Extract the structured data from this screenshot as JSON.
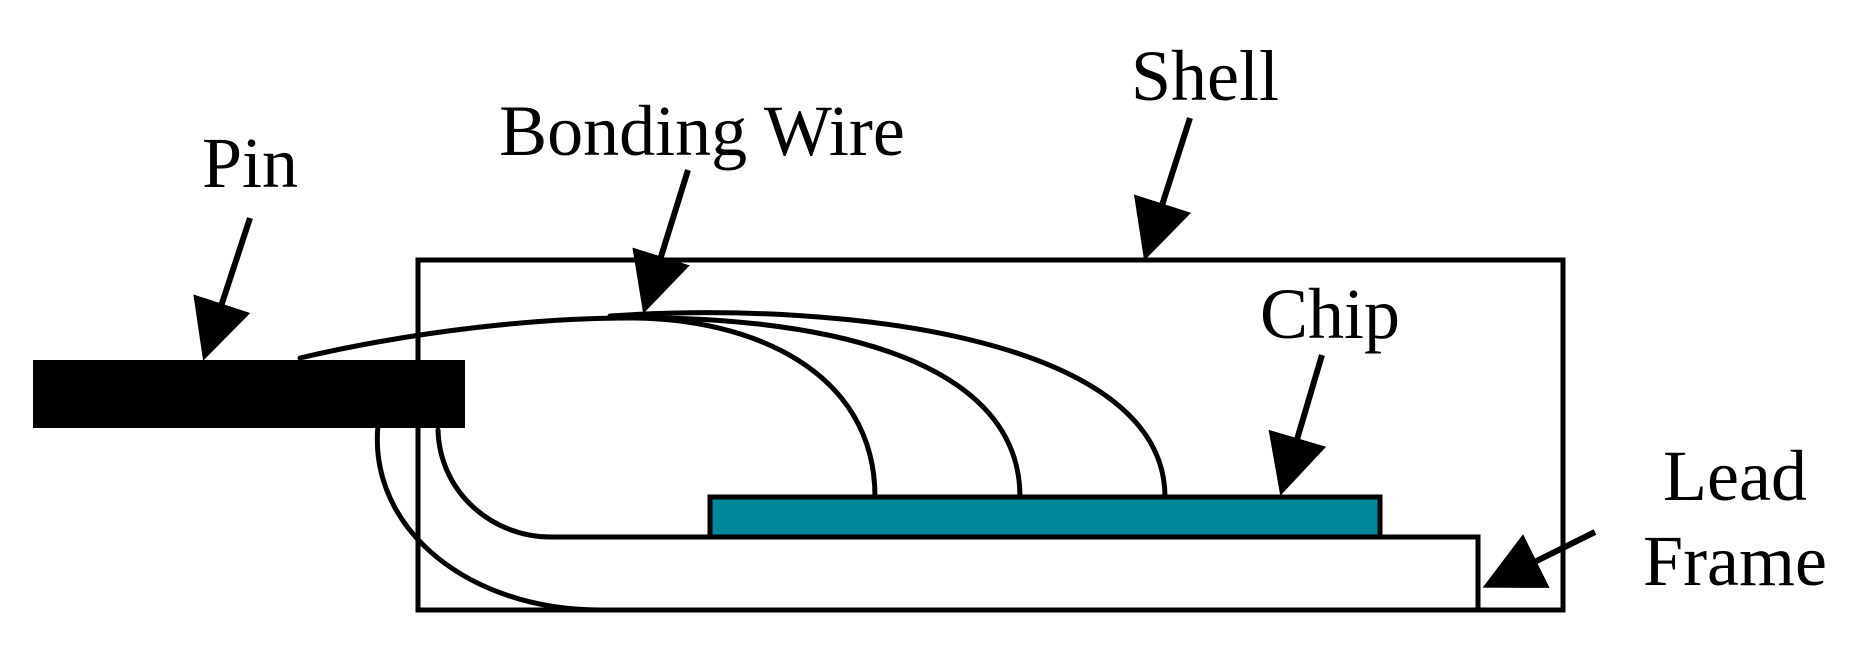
{
  "labels": {
    "pin": "Pin",
    "bonding_wire": "Bonding Wire",
    "shell": "Shell",
    "chip": "Chip",
    "lead": "Lead",
    "frame": "Frame"
  },
  "colors": {
    "stroke": "#000000",
    "pin_fill": "#000000",
    "chip_fill": "#00889a",
    "background": "#ffffff"
  }
}
